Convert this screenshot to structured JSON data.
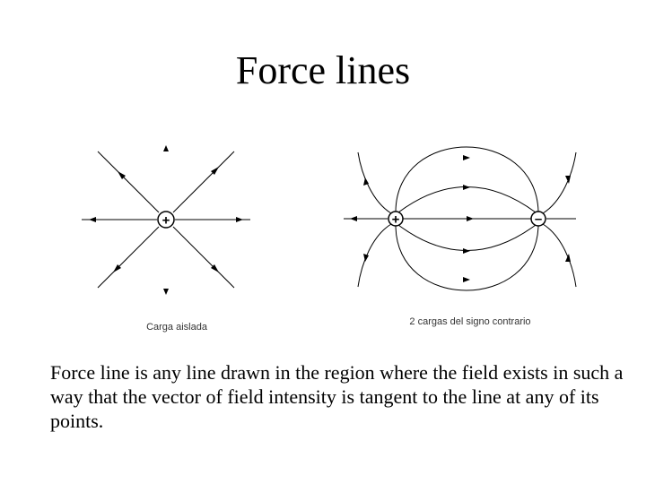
{
  "slide": {
    "title": "Force lines",
    "body": "Force line is any line drawn in the region where the field exists in such a way that the vector of field intensity is tangent to the line at any of its points."
  },
  "figures": {
    "isolated_charge": {
      "caption": "Carga aislada",
      "charge_sign": "+"
    },
    "two_charges": {
      "caption": "2 cargas del signo contrario",
      "positive_sign": "+",
      "negative_sign": "–"
    }
  },
  "colors": {
    "line": "#000000",
    "caption": "#333333",
    "background": "#ffffff"
  }
}
